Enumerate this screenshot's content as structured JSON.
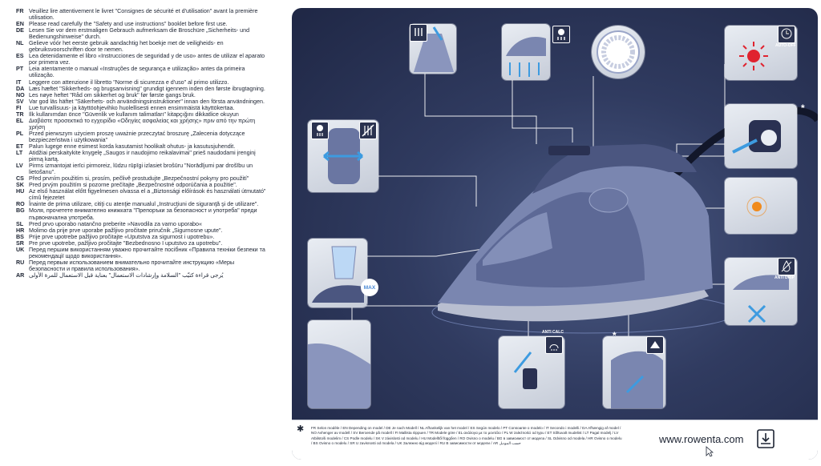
{
  "languages": [
    {
      "code": "FR",
      "text": "Veuillez lire attentivement le livret \"Consignes de sécurité et d'utilisation\" avant la première utilisation."
    },
    {
      "code": "EN",
      "text": "Please read carefully the \"Safety and use instructions\" booklet before first use."
    },
    {
      "code": "DE",
      "text": "Lesen Sie vor dem erstmaligen Gebrauch aufmerksam die Broschüre „Sicherheits- und Bedienungshinweise\" durch."
    },
    {
      "code": "NL",
      "text": "Gelieve vóór het eerste gebruik aandachtig het boekje met de veiligheids- en gebruiksvoorschriften door te nemen."
    },
    {
      "code": "ES",
      "text": "Lea detenidamente el libro «Instrucciones de seguridad y de uso» antes de utilizar el aparato por primera vez."
    },
    {
      "code": "PT",
      "text": "Leia atentamente o manual «Instruções de segurança e utilização» antes da primeira utilização."
    },
    {
      "code": "IT",
      "text": "Leggere con attenzione il libretto \"Norme di sicurezza e d'uso\" al primo utilizzo."
    },
    {
      "code": "DA",
      "text": "Læs hæftet \"Sikkerheds- og brugsanvisning\" grundigt igennem inden den første ibrugtagning."
    },
    {
      "code": "NO",
      "text": "Les nøye heftet \"Råd om sikkerhet og bruk\" før første gangs bruk."
    },
    {
      "code": "SV",
      "text": "Var god läs häftet \"Säkerhets- och användningsinstruktioner\" innan den första användningen."
    },
    {
      "code": "FI",
      "text": "Lue turvallisuus- ja käyttöohjevihko huolellisesti ennen ensimmäistä käyttökertaa."
    },
    {
      "code": "TR",
      "text": "İlk kullanımdan önce \"Güvenlik ve kullanım talimatları\" kitapçığını dikkatlice okuyun"
    },
    {
      "code": "EL",
      "text": "Διαβάστε προσεκτικά το εγχειρίδιο «Οδηγίες ασφαλείας και χρήσης» πριν από την πρώτη χρήση"
    },
    {
      "code": "PL",
      "text": "Przed pierwszym użyciem proszę uważnie przeczytać broszurę „Zalecenia dotyczące bezpieczeństwa i użytkowania\""
    },
    {
      "code": "ET",
      "text": "Palun lugege enne esimest korda kasutamist hoolikalt ohutus- ja kasutusjuhendit."
    },
    {
      "code": "LT",
      "text": "Atidžiai perskaitykite knygelę „Saugos ir naudojimo reikalavimai\" prieš naudodami įrenginį pirmą kartą."
    },
    {
      "code": "LV",
      "text": "Pirms izmantojat ierīci pirmoreiz, lūdzu rūpīgi izlasiet brošūru \"Norādījumi par drošību un lietošanu\"."
    },
    {
      "code": "CS",
      "text": "Před prvním použitím si, prosím, pečlivě prostudujte „Bezpečnostní pokyny pro použití\""
    },
    {
      "code": "SK",
      "text": "Pred prvým použitím si pozorne prečítajte „Bezpečnostné odporúčania a použitie\"."
    },
    {
      "code": "HU",
      "text": "Az első használat előtt figyelmesen olvassa el a „Biztonsági előírások és használati útmutató\" címû fejezetet"
    },
    {
      "code": "RO",
      "text": "Înainte de prima utilizare, citiţi cu atenţie manualul „Instrucţiuni de siguranţă şi de utilizare\"."
    },
    {
      "code": "BG",
      "text": "Моля, прочетете внимателно книжката \"Препоръки за безопасност и употреба\" преди първоначална употреба."
    },
    {
      "code": "SL",
      "text": "Pred prvo uporabo natančno preberite »Navodila za varno uporabo«"
    },
    {
      "code": "HR",
      "text": "Molimo da prije prve uporabe pažljivo pročitate priručnik „Sigurnosne upute\"."
    },
    {
      "code": "BS",
      "text": "Prije prve upotrebe pažljivo pročitajte «Uputstva za sigurnost i upotrebu»."
    },
    {
      "code": "SR",
      "text": "Pre prve upotrebe, pažljivo pročitajte \"Bezbednosno I uputstvo za upotrebu\"."
    },
    {
      "code": "UK",
      "text": "Перед першим використанням уважно прочитайте посібник «Правила техніки безпеки та рекомендації щодо використання»."
    },
    {
      "code": "RU",
      "text": "Перед первым использованием внимательно прочитайте инструкцию «Меры безопасности и правила использования»."
    },
    {
      "code": "AR",
      "text": "يُرجى قراءة كتيّب \"السلامة وإرشادات الاستعمال\" بعناية قبل الاستعمال للمرة الأولى",
      "rtl": true
    }
  ],
  "panel": {
    "labels": {
      "auto_off": "AUTO-OFF",
      "anti_drip": "ANTI DRIP",
      "anti_calc": "ANTI CALC",
      "max": "MAX",
      "asterisk": "*"
    },
    "colors": {
      "background": "#2b3556",
      "iron_body": "#7a86b0",
      "accent_blue": "#3d9be0",
      "accent_red": "#e0232f",
      "accent_orange": "#f08a1c"
    }
  },
  "footer": {
    "asterisk": "✱",
    "note": "FR Selon modèle / EN Depending on model / DE Je nach Modell / NL Afhankelijk van het model / ES Según modelo / PT Consoante o modelo / IT Secondo i modelli / DA Afhængig af model / NO Avhenger av modell / SV Beroende på modell / FI Mallista riippuen / TR Modele göre / EL ανάλογα με το μοντέλο / PL W zależności od typu / ET Sõltuvalt mudelist / LT Pagal modelį / LV Atbilstoši modelim / CS Podle modelu / SK V závislosti od modelu / HU Modelltől függően / RO Ovisno o modelu / BG в зависимост от модела / SL Odvisno od modela / HR Ovisno o modelu / BS Ovisno o modelu / SR U zavisnosti od modela / UK Залежно від моделі / RU В зависимости от модели / AR حسب الموديل",
    "website": "www.rowenta.com"
  }
}
